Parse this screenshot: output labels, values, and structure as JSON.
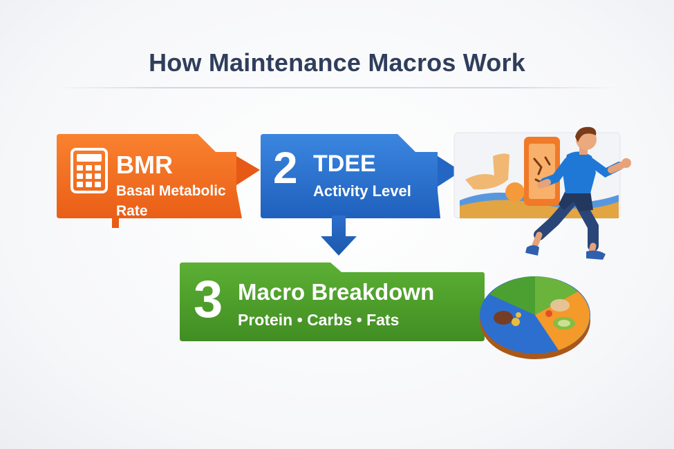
{
  "title": "How Maintenance Macros Work",
  "steps": [
    {
      "number": "",
      "label": "BMR",
      "subtitle_line1": "Basal Metabolic",
      "subtitle_line2": "Rate",
      "color": "#f26b21",
      "icon": "calculator-icon"
    },
    {
      "number": "2",
      "label": "TDEE",
      "subtitle": "Activity Level",
      "color": "#2b74d1"
    },
    {
      "number": "3",
      "label": "Macro Breakdown",
      "subtitle": "Protein • Carbs • Fats",
      "color": "#4f9e2d"
    }
  ],
  "illustrations": [
    "calculator-icon",
    "activity-scene",
    "runner-figure",
    "macro-pie-chart"
  ],
  "colors": {
    "orange": "#f26b21",
    "blue": "#2b74d1",
    "green": "#4f9e2d",
    "title": "#2f3e5c"
  }
}
